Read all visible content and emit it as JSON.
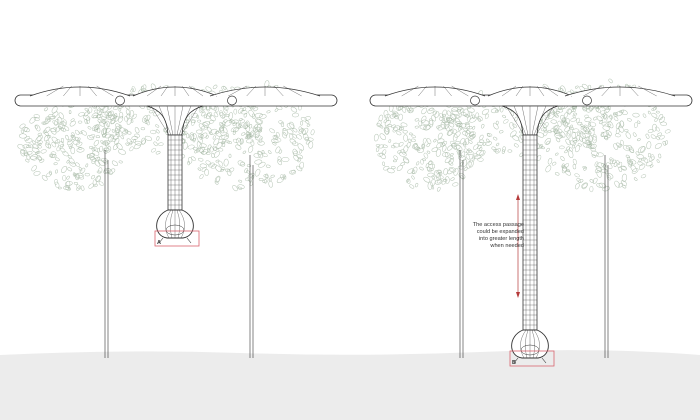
{
  "panels": [
    {
      "id": "left",
      "marker_label": "A"
    },
    {
      "id": "right",
      "marker_label": "B"
    }
  ],
  "annotation": {
    "lines": [
      "The access passage",
      "could be expanded",
      "into greater length",
      "when needed"
    ]
  },
  "colors": {
    "background": "#ffffff",
    "foliage": "#9bb09a",
    "line": "#333333",
    "ground": "#ececec",
    "highlight": "#d9646e",
    "arrow": "#b53a3a"
  }
}
